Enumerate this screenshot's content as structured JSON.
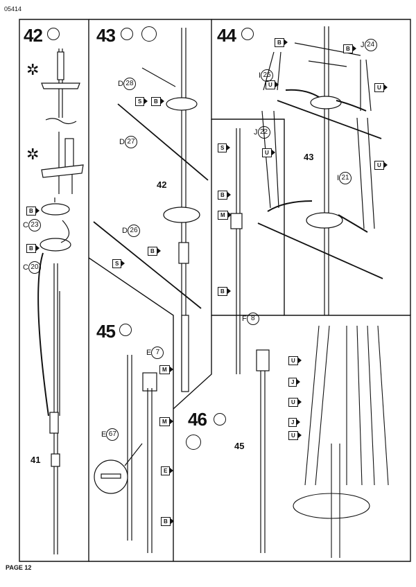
{
  "header": {
    "doc_number": "05414"
  },
  "footer": {
    "page_label": "PAGE 12"
  },
  "steps": {
    "s42": {
      "number": "42",
      "labels": {
        "B1": "B",
        "C23": "23",
        "C23_prefix": "C",
        "B2": "B",
        "C20": "20",
        "C20_prefix": "C",
        "part41": "41"
      }
    },
    "s43": {
      "number": "43",
      "labels": {
        "D28": "28",
        "D28_prefix": "D",
        "S": "S",
        "B": "B",
        "D27": "27",
        "D27_prefix": "D",
        "part42": "42",
        "D26": "26",
        "D26_prefix": "D",
        "S2": "S",
        "B2": "B"
      }
    },
    "s44": {
      "number": "44",
      "labels": {
        "B1": "B",
        "U1": "U",
        "B2": "B",
        "J24": "24",
        "J24_prefix": "J",
        "I25": "25",
        "I25_prefix": "I",
        "U2": "U",
        "J22": "22",
        "J22_prefix": "J",
        "U3": "U",
        "part43": "43",
        "U4": "U",
        "I21": "21",
        "I21_prefix": "I"
      }
    },
    "s45": {
      "number": "45",
      "labels": {
        "E7": "7",
        "E7_prefix": "E",
        "M1": "M",
        "M2": "M",
        "E67": "67",
        "E67_prefix": "E",
        "E1": "E",
        "B": "B"
      }
    },
    "s46": {
      "number": "46",
      "labels": {
        "S": "S",
        "B1": "B",
        "M": "M",
        "B2": "B",
        "F8": "8",
        "F8_prefix": "F",
        "part45": "45"
      }
    },
    "detail": {
      "labels": {
        "U1": "U",
        "J1": "J",
        "U2": "U",
        "J2": "J",
        "U3": "U"
      }
    }
  },
  "colors": {
    "ink": "#111111",
    "paper": "#ffffff"
  }
}
